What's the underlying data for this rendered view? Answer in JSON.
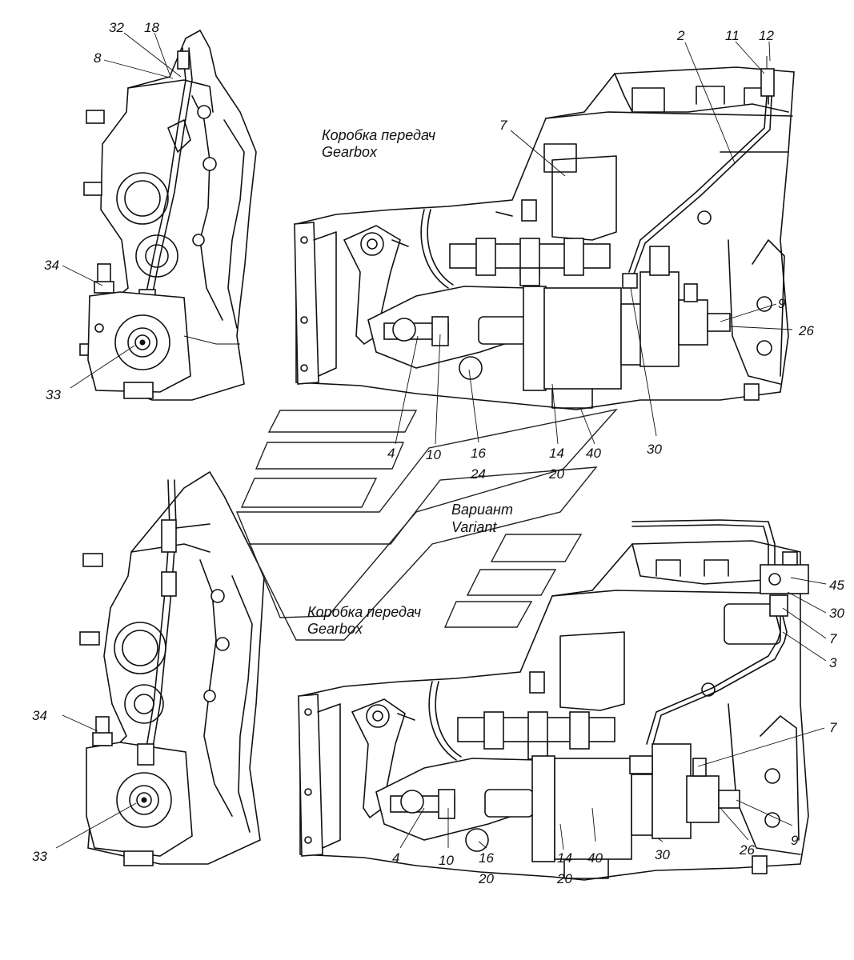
{
  "captions": {
    "top_gearbox_ru": "Коробка передач",
    "top_gearbox_en": "Gearbox",
    "variant_ru": "Вариант",
    "variant_en": "Variant",
    "bottom_gearbox_ru": "Коробка передач",
    "bottom_gearbox_en": "Gearbox"
  },
  "callouts": {
    "top_left": [
      "32",
      "18",
      "8",
      "34",
      "33"
    ],
    "top_right": [
      "2",
      "11",
      "12",
      "7",
      "9",
      "26",
      "30",
      "40",
      "14",
      "20",
      "16",
      "24",
      "10",
      "4"
    ],
    "bottom_left": [
      "34",
      "33"
    ],
    "bottom_right": [
      "45",
      "30",
      "7",
      "3",
      "7",
      "9",
      "26",
      "30",
      "40",
      "14",
      "20",
      "16",
      "20",
      "10",
      "4"
    ]
  }
}
